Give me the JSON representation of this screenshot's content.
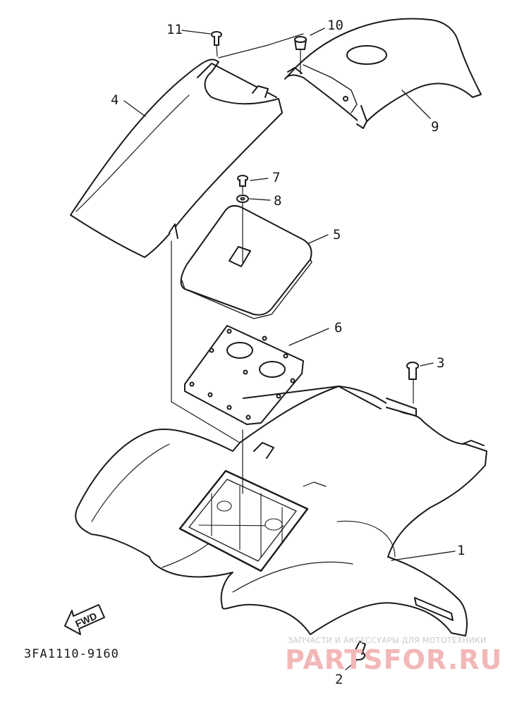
{
  "diagram": {
    "part_numbers": [
      "1",
      "2",
      "3",
      "4",
      "5",
      "6",
      "7",
      "8",
      "9",
      "10",
      "11"
    ],
    "direction_label": "FWD",
    "drawing_code": "3FA1110-9160",
    "watermark": {
      "caption": "ЗАПЧАСТИ И АКСЕССУАРЫ ДЛЯ МОТОТЕХНИКИ",
      "brand": "PARTSFOR.RU"
    },
    "colors": {
      "line": "#1a1a1a",
      "fill": "#ffffff",
      "watermark": "#f2b8b8"
    }
  }
}
